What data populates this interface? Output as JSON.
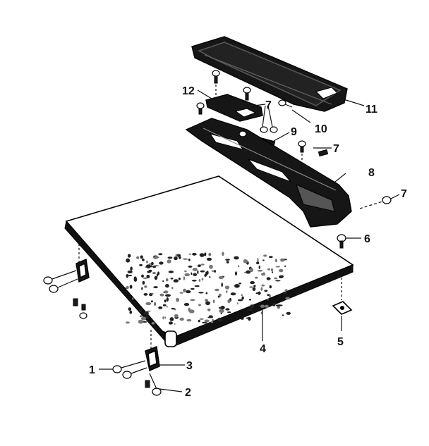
{
  "callouts": [
    {
      "id": "1",
      "text": "1"
    },
    {
      "id": "2",
      "text": "2"
    },
    {
      "id": "3",
      "text": "3"
    },
    {
      "id": "4",
      "text": "4"
    },
    {
      "id": "5",
      "text": "5"
    },
    {
      "id": "6",
      "text": "6"
    },
    {
      "id": "7a",
      "text": "7"
    },
    {
      "id": "7b",
      "text": "7"
    },
    {
      "id": "7c",
      "text": "7"
    },
    {
      "id": "8",
      "text": "8"
    },
    {
      "id": "9",
      "text": "9"
    },
    {
      "id": "10",
      "text": "10"
    },
    {
      "id": "11",
      "text": "11"
    },
    {
      "id": "12",
      "text": "12"
    }
  ]
}
